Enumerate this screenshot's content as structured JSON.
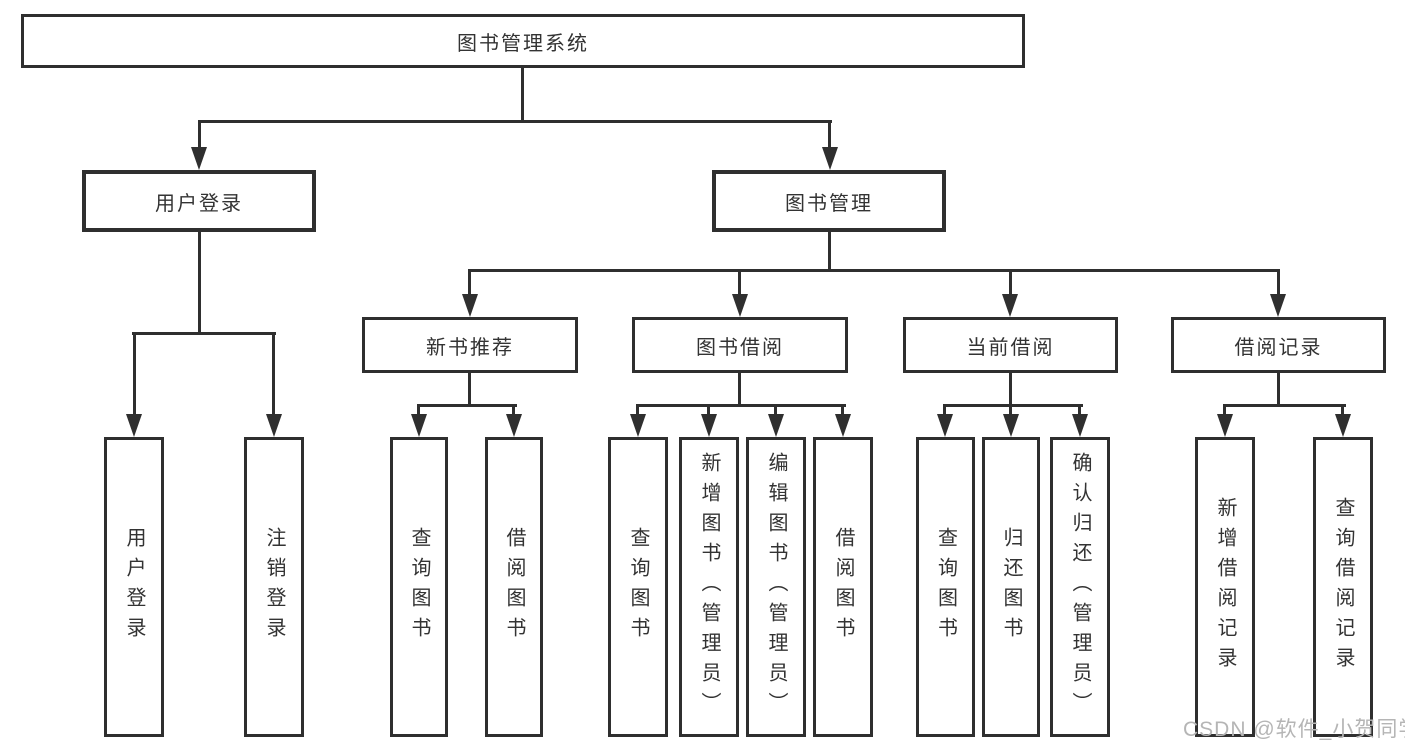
{
  "diagram": {
    "root": {
      "label": "图书管理系统"
    },
    "level2": [
      {
        "label": "用户登录"
      },
      {
        "label": "图书管理"
      }
    ],
    "level3": [
      {
        "label": "新书推荐"
      },
      {
        "label": "图书借阅"
      },
      {
        "label": "当前借阅"
      },
      {
        "label": "借阅记录"
      }
    ],
    "leaves": {
      "user_login": [
        {
          "label": "用户登录"
        },
        {
          "label": "注销登录"
        }
      ],
      "new_book_recommend": [
        {
          "label": "查询图书"
        },
        {
          "label": "借阅图书"
        }
      ],
      "book_borrow": [
        {
          "label": "查询图书"
        },
        {
          "label": "新增图书（管理员）"
        },
        {
          "label": "编辑图书（管理员）"
        },
        {
          "label": "借阅图书"
        }
      ],
      "current_borrow": [
        {
          "label": "查询图书"
        },
        {
          "label": "归还图书"
        },
        {
          "label": "确认归还（管理员）"
        }
      ],
      "borrow_records": [
        {
          "label": "新增借阅记录"
        },
        {
          "label": "查询借阅记录"
        }
      ]
    },
    "watermark": "CSDN @软件_小贺同学",
    "colors": {
      "line": "#2f2f2f",
      "text": "#333333",
      "background": "#ffffff",
      "watermark": "#b5b5b5"
    }
  }
}
